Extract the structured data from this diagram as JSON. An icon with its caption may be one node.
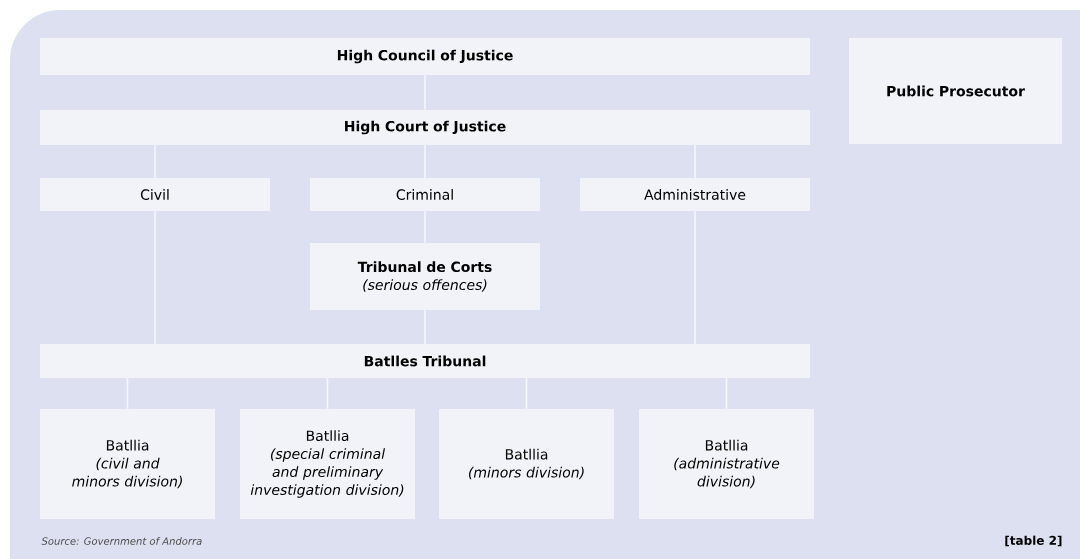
{
  "diagram": {
    "nodes": [
      {
        "text": [
          "High Council of Justice"
        ]
      },
      {
        "text": [
          "Public Prosecutor"
        ]
      },
      {
        "text": [
          "High Court of Justice"
        ]
      },
      {
        "text": [
          "Civil"
        ]
      },
      {
        "text": [
          "Criminal"
        ]
      },
      {
        "text": [
          "Administrative"
        ]
      },
      {
        "text": [
          "Tribunal de Corts",
          "(serious offences)"
        ]
      },
      {
        "text": [
          "Batlles Tribunal"
        ]
      },
      {
        "text": [
          "Batllia",
          "(civil and minors division)"
        ]
      },
      {
        "text": [
          "Batllia",
          "(special criminal and preliminary investigation division)"
        ]
      },
      {
        "text": [
          "Batllia",
          "(minors division)"
        ]
      },
      {
        "text": [
          "Batllia",
          "(administrative division)"
        ]
      }
    ],
    "edges": [
      {
        "from": 0,
        "to": 2,
        "arrow": "none"
      },
      {
        "from": 2,
        "to": 3,
        "arrow": "none"
      },
      {
        "from": 2,
        "to": 4,
        "arrow": "none"
      },
      {
        "from": 2,
        "to": 5,
        "arrow": "none"
      },
      {
        "from": 4,
        "to": 6,
        "arrow": "none"
      },
      {
        "from": 3,
        "to": 7,
        "arrow": "none"
      },
      {
        "from": 6,
        "to": 7,
        "arrow": "none"
      },
      {
        "from": 5,
        "to": 7,
        "arrow": "none"
      },
      {
        "from": 7,
        "to": 8,
        "arrow": "none"
      },
      {
        "from": 7,
        "to": 9,
        "arrow": "none"
      },
      {
        "from": 7,
        "to": 10,
        "arrow": "none"
      },
      {
        "from": 7,
        "to": 11,
        "arrow": "none"
      }
    ],
    "labels": [
      "Source: Government of Andorra",
      "[table 2]"
    ]
  }
}
